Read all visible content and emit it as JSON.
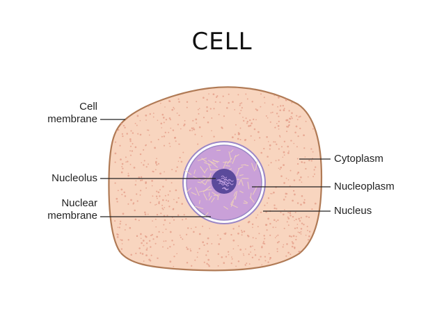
{
  "title": "CELL",
  "labels": {
    "cell_membrane_line1": "Cell",
    "cell_membrane_line2": "membrane",
    "nucleolus": "Nucleolus",
    "nuclear_membrane_line1": "Nuclear",
    "nuclear_membrane_line2": "membrane",
    "cytoplasm": "Cytoplasm",
    "nucleoplasm": "Nucleoplasm",
    "nucleus": "Nucleus"
  },
  "colors": {
    "cytoplasm_fill": "#f8d5bf",
    "cell_membrane_stroke": "#b07a55",
    "cytoplasm_dots": "#e39a86",
    "nucleoplasm_fill": "#c9a0d8",
    "nuclear_membrane_outer": "#9b87c6",
    "nucleolus_fill": "#5b4a9b",
    "nucleoplasm_strands": "#f2d6b8"
  }
}
